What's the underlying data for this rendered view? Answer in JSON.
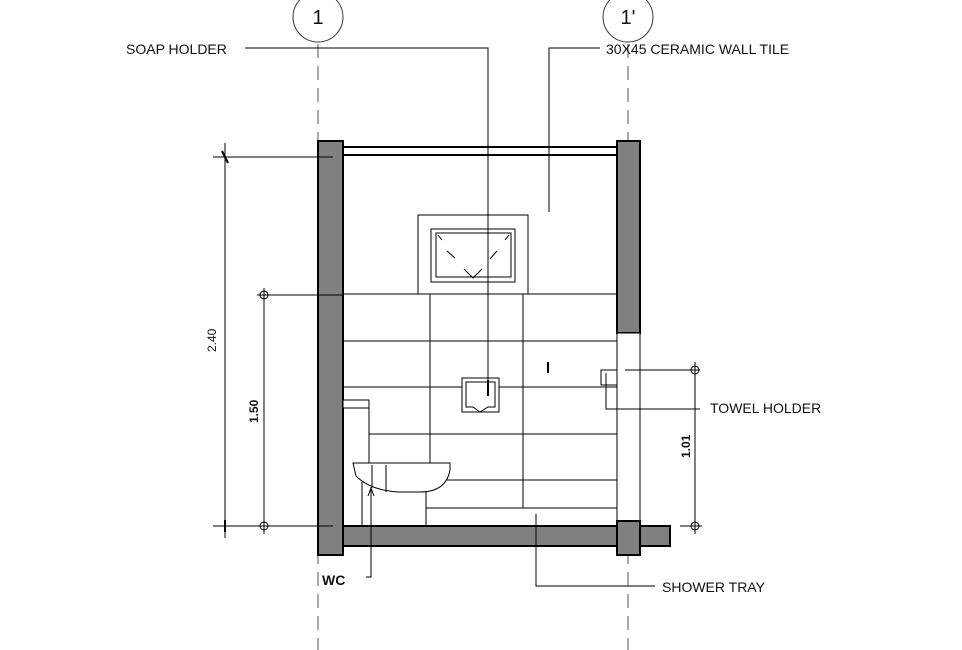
{
  "grids": [
    {
      "label": "1"
    },
    {
      "label": "1'"
    }
  ],
  "labels": {
    "soap_holder": "SOAP HOLDER",
    "wall_tile": "30X45 CERAMIC WALL TILE",
    "towel_holder": "TOWEL HOLDER",
    "shower_tray": "SHOWER TRAY",
    "wc": "WC"
  },
  "dimensions": {
    "total_height": "2.40",
    "tile_height": "1.50",
    "towel_height": "1.01"
  },
  "colors": {
    "wall": "#808080",
    "line": "#000000"
  }
}
